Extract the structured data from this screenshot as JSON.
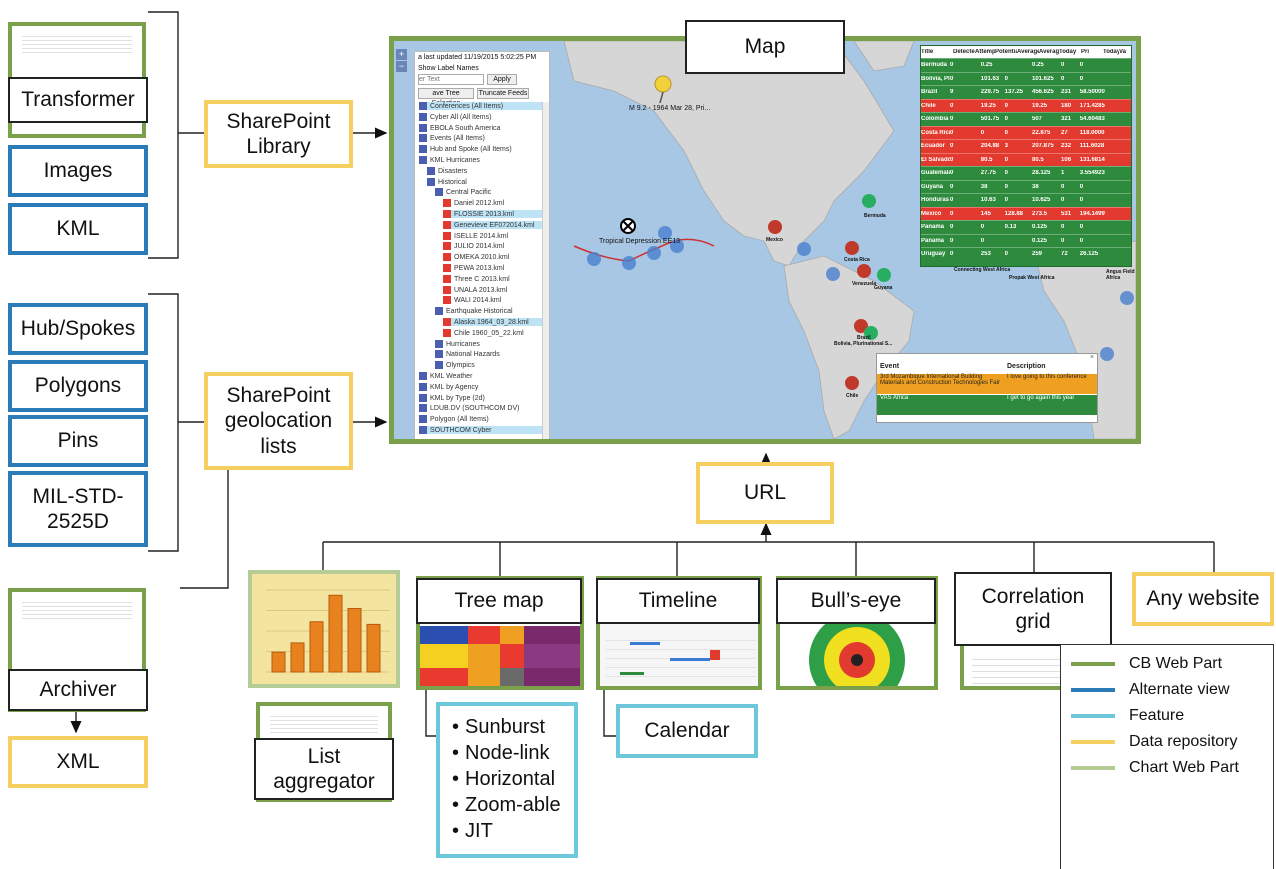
{
  "sources": {
    "transformer": "Transformer",
    "images": "Images",
    "kml": "KML",
    "sharepoint_library": "SharePoint\nLibrary",
    "hub_spokes": "Hub/Spokes",
    "polygons": "Polygons",
    "pins": "Pins",
    "mil_std": "MIL-STD-\n2525D",
    "sharepoint_geo": "SharePoint\ngeolocation\nlists",
    "archiver": "Archiver",
    "xml": "XML"
  },
  "map": {
    "label": "Map",
    "last_updated": "a last updated  11/19/2015 5:02:25 PM",
    "show_label": "Show Label Names",
    "filter_placeholder": "er Text",
    "apply": "Apply",
    "save_tree": "ave Tree Selection",
    "truncate": "Truncate Feeds",
    "tree": [
      "Conferences (All Items)",
      "Cyber All (All Items)",
      "EBOLA South America",
      "Events (All Items)",
      "Hub and Spoke (All Items)",
      "KML Hurricanes",
      "Disasters",
      "Historical",
      "Central Pacific",
      "Daniel 2012.kml",
      "FLOSSIE 2013.kml",
      "Genevieve EF072014.kml",
      "ISELLE 2014.kml",
      "JULIO 2014.kml",
      "OMEKA 2010.kml",
      "PEWA 2013.kml",
      "Three C 2013.kml",
      "UNALA 2013.kml",
      "WALI 2014.kml",
      "Earthquake Historical",
      "Alaska 1964_03_28.kml",
      "Chile 1960_05_22.kml",
      "Hurricanes",
      "National Hazards",
      "Olympics",
      "KML Weather",
      "KML by Agency",
      "KML by Type (2d)",
      "LDUB.DV (SOUTHCOM DV)",
      "Polygon (All Items)",
      "SOUTHCOM Cyber"
    ],
    "table_headers": [
      "Title",
      "Detected",
      "Attempt",
      "Potential",
      "Average",
      "Average",
      "Today",
      "Pri",
      "Today",
      "Va"
    ],
    "table_rows": [
      {
        "name": "Bermuda",
        "v": [
          "0",
          "0.25",
          "",
          "0.25",
          "0",
          "0"
        ],
        "color": "#2e8b3d"
      },
      {
        "name": "Bolivia, Plurination State of",
        "v": [
          "0",
          "101.63",
          "0",
          "101.625",
          "0",
          "0"
        ],
        "color": "#2e8b3d"
      },
      {
        "name": "Brazil",
        "v": [
          "9",
          "229.75",
          "137.25",
          "456.625",
          "231",
          "58.50000"
        ],
        "color": "#2e8b3d"
      },
      {
        "name": "Chile",
        "v": [
          "0",
          "19.25",
          "0",
          "19.25",
          "180",
          "171.4285"
        ],
        "color": "#e23a2e"
      },
      {
        "name": "Colombia",
        "v": [
          "0",
          "501.75",
          "0",
          "507",
          "321",
          "54.60483"
        ],
        "color": "#2e8b3d"
      },
      {
        "name": "Costa Rica",
        "v": [
          "0",
          "0",
          "0",
          "22.875",
          "27",
          "118.0000"
        ],
        "color": "#e23a2e"
      },
      {
        "name": "Ecuador",
        "v": [
          "0",
          "204.88",
          "3",
          "207.875",
          "232",
          "111.6028"
        ],
        "color": "#e23a2e"
      },
      {
        "name": "El Salvador",
        "v": [
          "0",
          "80.5",
          "0",
          "80.5",
          "106",
          "131.6814"
        ],
        "color": "#e23a2e"
      },
      {
        "name": "Guatemala",
        "v": [
          "0",
          "27.75",
          "0",
          "28.125",
          "1",
          "3.554923"
        ],
        "color": "#2e8b3d"
      },
      {
        "name": "Guyana",
        "v": [
          "0",
          "38",
          "0",
          "38",
          "0",
          "0"
        ],
        "color": "#2e8b3d"
      },
      {
        "name": "Honduras",
        "v": [
          "0",
          "10.63",
          "0",
          "10.625",
          "0",
          "0"
        ],
        "color": "#2e8b3d"
      },
      {
        "name": "Mexico",
        "v": [
          "0",
          "145",
          "128.88",
          "273.5",
          "531",
          "194.1499"
        ],
        "color": "#e23a2e"
      },
      {
        "name": "Panama",
        "v": [
          "0",
          "0",
          "0.13",
          "0.125",
          "0",
          "0"
        ],
        "color": "#2e8b3d"
      },
      {
        "name": "Panama",
        "v": [
          "0",
          "0",
          "",
          "0.125",
          "0",
          "0"
        ],
        "color": "#2e8b3d"
      },
      {
        "name": "Uruguay",
        "v": [
          "0",
          "253",
          "0",
          "259",
          "72",
          "26.125"
        ],
        "color": "#2e8b3d"
      }
    ],
    "events_headers": [
      "Event",
      "Description"
    ],
    "events": [
      {
        "event": "3rd Mozambique International Building Materials and Construction Technologies Fair",
        "desc": "I love going to this conference"
      },
      {
        "event": "VAS Africa",
        "desc": "I get to go again this year"
      }
    ],
    "pin_label_1": "M 9.2 - 1964 Mar 28, Pri...",
    "pin_label_2": "Tropical Depression EE13",
    "place_labels": [
      "Mexico",
      "Costa Rica",
      "Bermuda",
      "Venezuela",
      "Guyana",
      "Brazil",
      "Bolivia, Plurinational S...",
      "Chile",
      "Connecting West Africa",
      "Propak West Africa",
      "Angus Field Africa"
    ]
  },
  "url_label": "URL",
  "web_parts": {
    "tree_map": "Tree map",
    "timeline": "Timeline",
    "bulls_eye": "Bull’s-eye",
    "correlation": "Correlation\ngrid",
    "any_website": "Any website",
    "list_aggregator": "List\naggregator",
    "calendar": "Calendar",
    "tree_map_views": [
      "Sunburst",
      "Node-link",
      "Horizontal",
      "Zoom-able",
      "JIT"
    ]
  },
  "legend": [
    {
      "label": "CB Web Part",
      "color": "#7ba04a"
    },
    {
      "label": "Alternate view",
      "color": "#2b7bb9"
    },
    {
      "label": "Feature",
      "color": "#6ec6db"
    },
    {
      "label": "Data repository",
      "color": "#f5cf60"
    },
    {
      "label": "Chart Web Part",
      "color": "#b5cc96"
    }
  ],
  "chart_thumb_values": [
    15,
    22,
    38,
    58,
    48,
    36
  ]
}
